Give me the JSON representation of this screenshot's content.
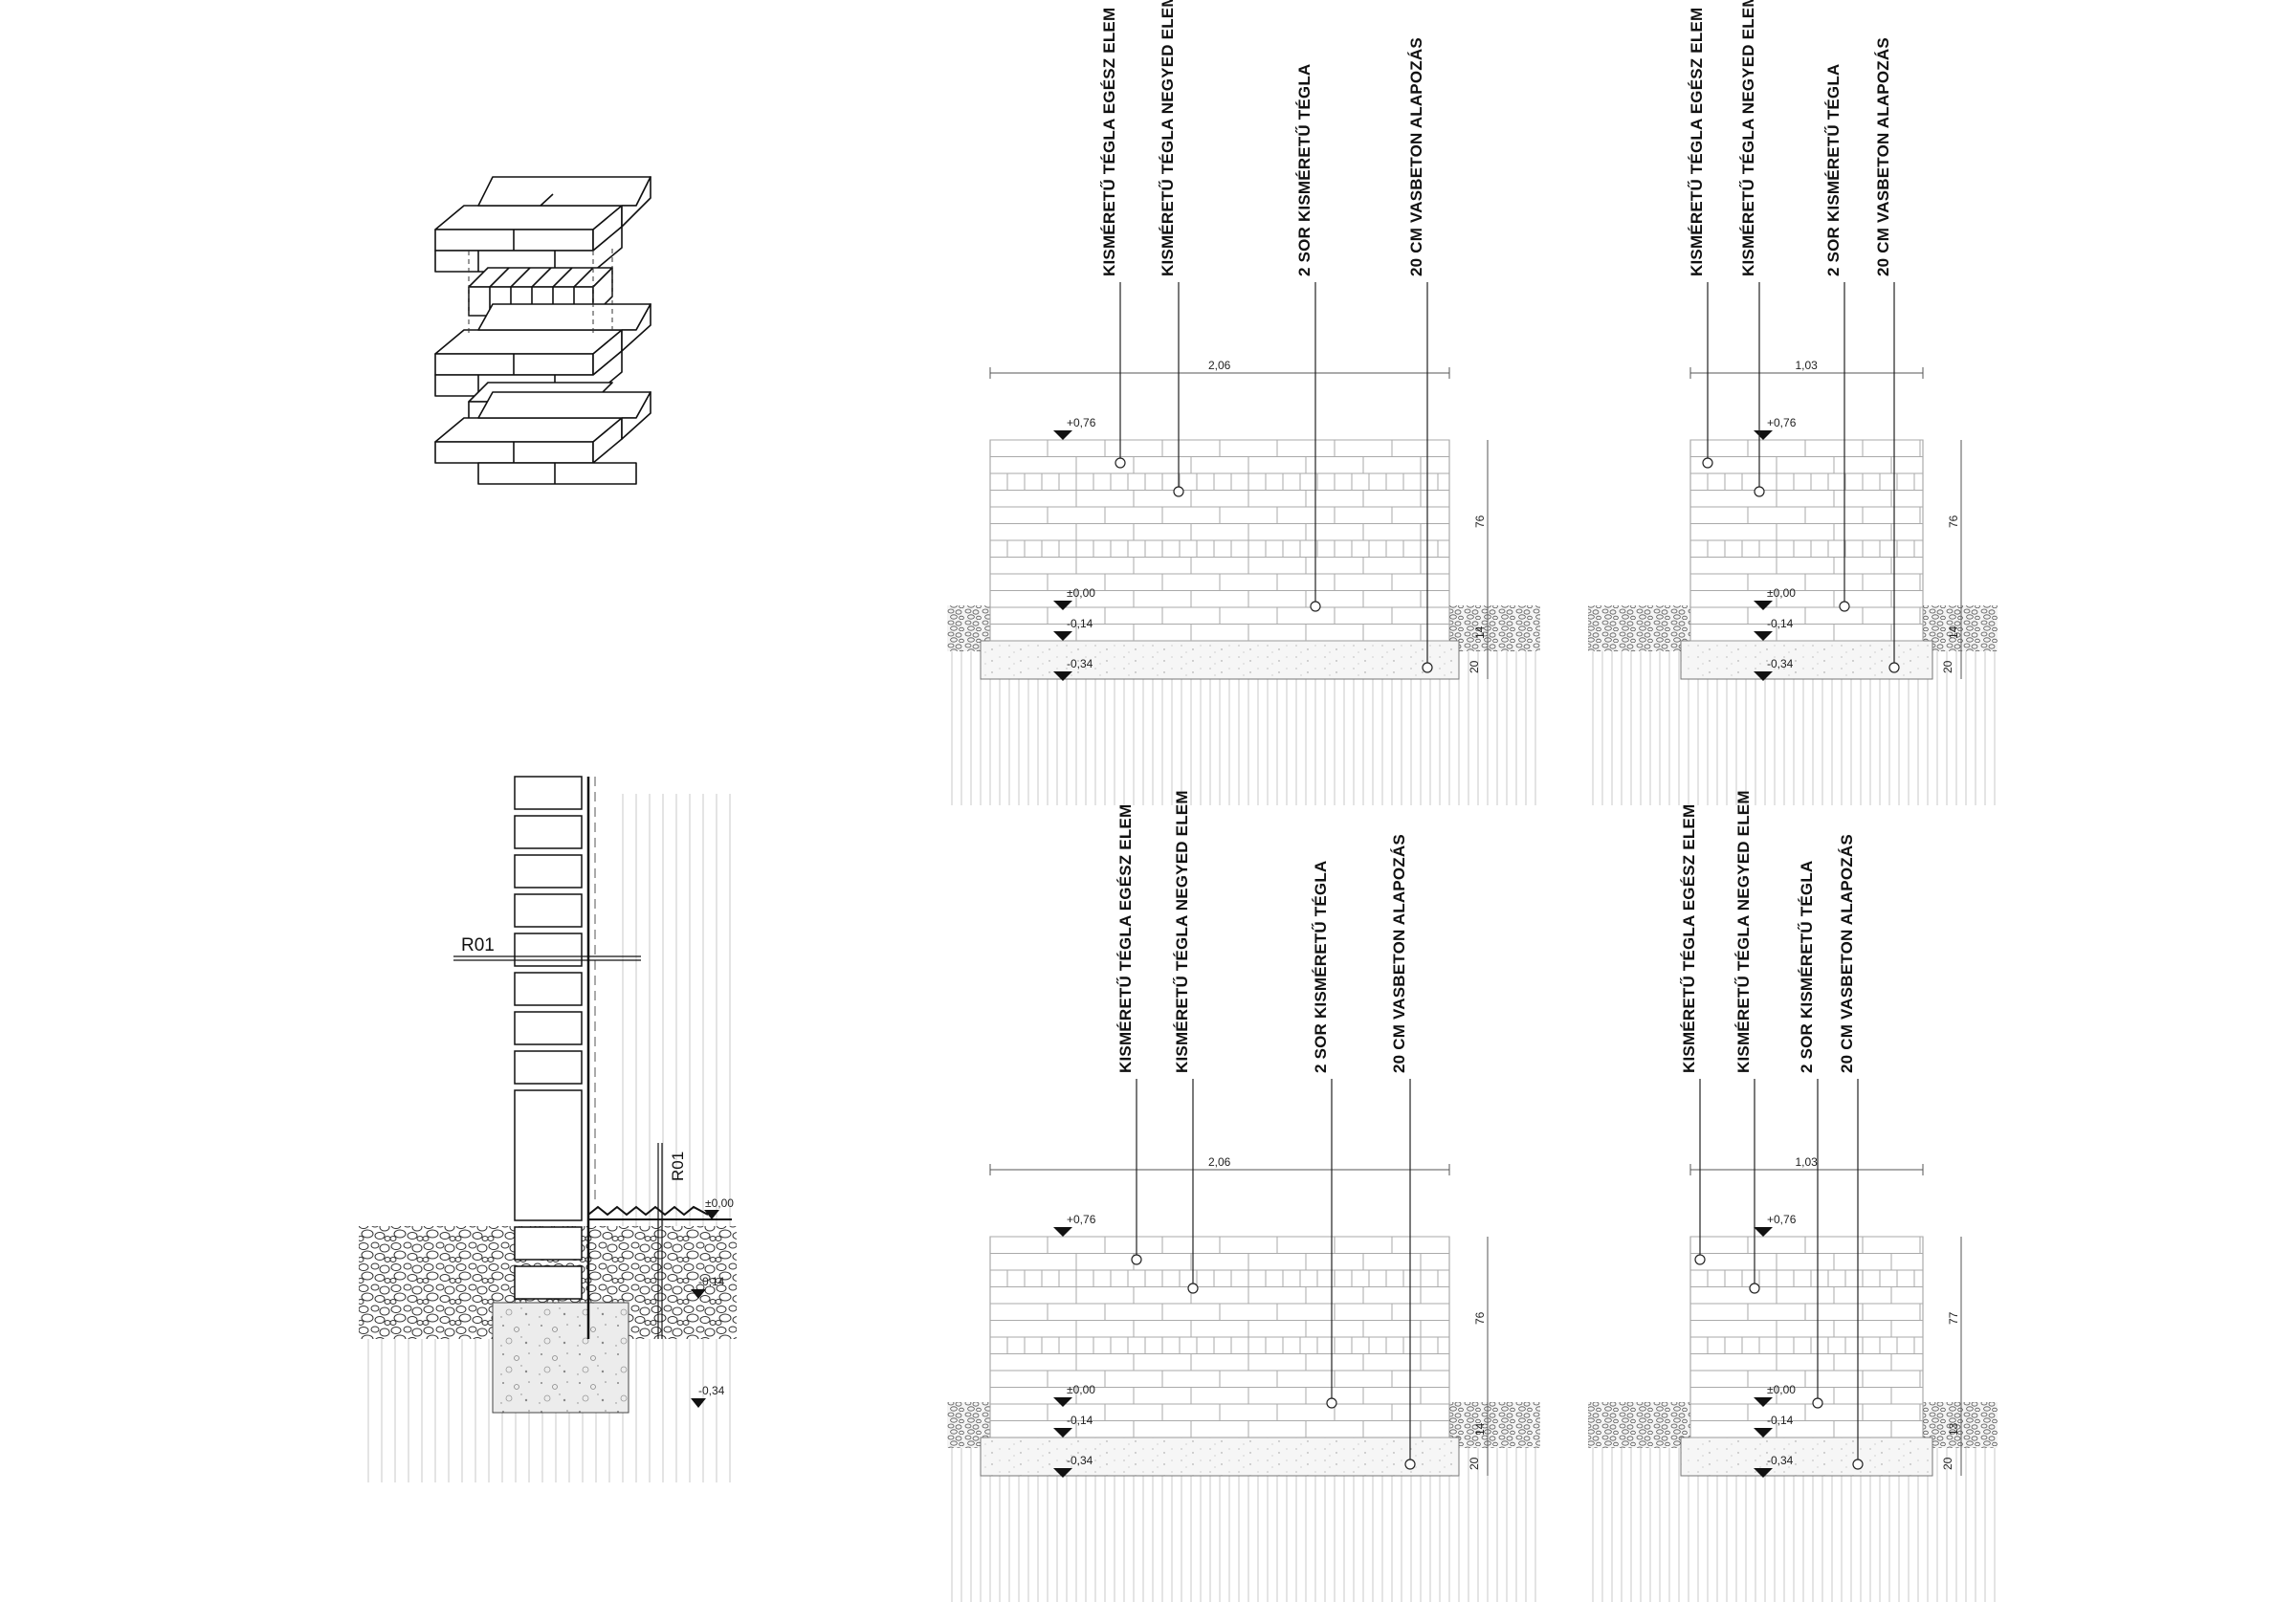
{
  "section_tag": "R01",
  "isometric": {},
  "section_view": {
    "levels": [
      "±0,00",
      "-0,14",
      "-0,34"
    ]
  },
  "elevations": [
    {
      "width_label": "2,06",
      "height_label": "76",
      "foot_dims": [
        "14",
        "20"
      ],
      "levels": [
        "+0,76",
        "±0,00",
        "-0,14",
        "-0,34"
      ],
      "callouts": [
        "KISMÉRETŰ TÉGLA EGÉSZ ELEM",
        "KISMÉRETŰ TÉGLA NEGYED ELEM",
        "2 SOR KISMÉRETŰ TÉGLA",
        "20 CM VASBETON ALAPOZÁS"
      ]
    },
    {
      "width_label": "1,03",
      "height_label": "76",
      "foot_dims": [
        "14",
        "20"
      ],
      "levels": [
        "+0,76",
        "±0,00",
        "-0,14",
        "-0,34"
      ],
      "callouts": [
        "KISMÉRETŰ TÉGLA EGÉSZ ELEM",
        "KISMÉRETŰ TÉGLA NEGYED ELEM",
        "2 SOR KISMÉRETŰ TÉGLA",
        "20 CM VASBETON ALAPOZÁS"
      ]
    },
    {
      "width_label": "2,06",
      "height_label": "76",
      "foot_dims": [
        "14",
        "20"
      ],
      "levels": [
        "+0,76",
        "±0,00",
        "-0,14",
        "-0,34"
      ],
      "callouts": [
        "KISMÉRETŰ TÉGLA EGÉSZ ELEM",
        "KISMÉRETŰ TÉGLA NEGYED ELEM",
        "2 SOR KISMÉRETŰ TÉGLA",
        "20 CM VASBETON ALAPOZÁS"
      ]
    },
    {
      "width_label": "1,03",
      "height_label": "77",
      "foot_dims": [
        "13",
        "20"
      ],
      "levels": [
        "+0,76",
        "±0,00",
        "-0,14",
        "-0,34"
      ],
      "callouts": [
        "KISMÉRETŰ TÉGLA EGÉSZ ELEM",
        "KISMÉRETŰ TÉGLA NEGYED ELEM",
        "2 SOR KISMÉRETŰ TÉGLA",
        "20 CM VASBETON ALAPOZÁS"
      ]
    }
  ]
}
